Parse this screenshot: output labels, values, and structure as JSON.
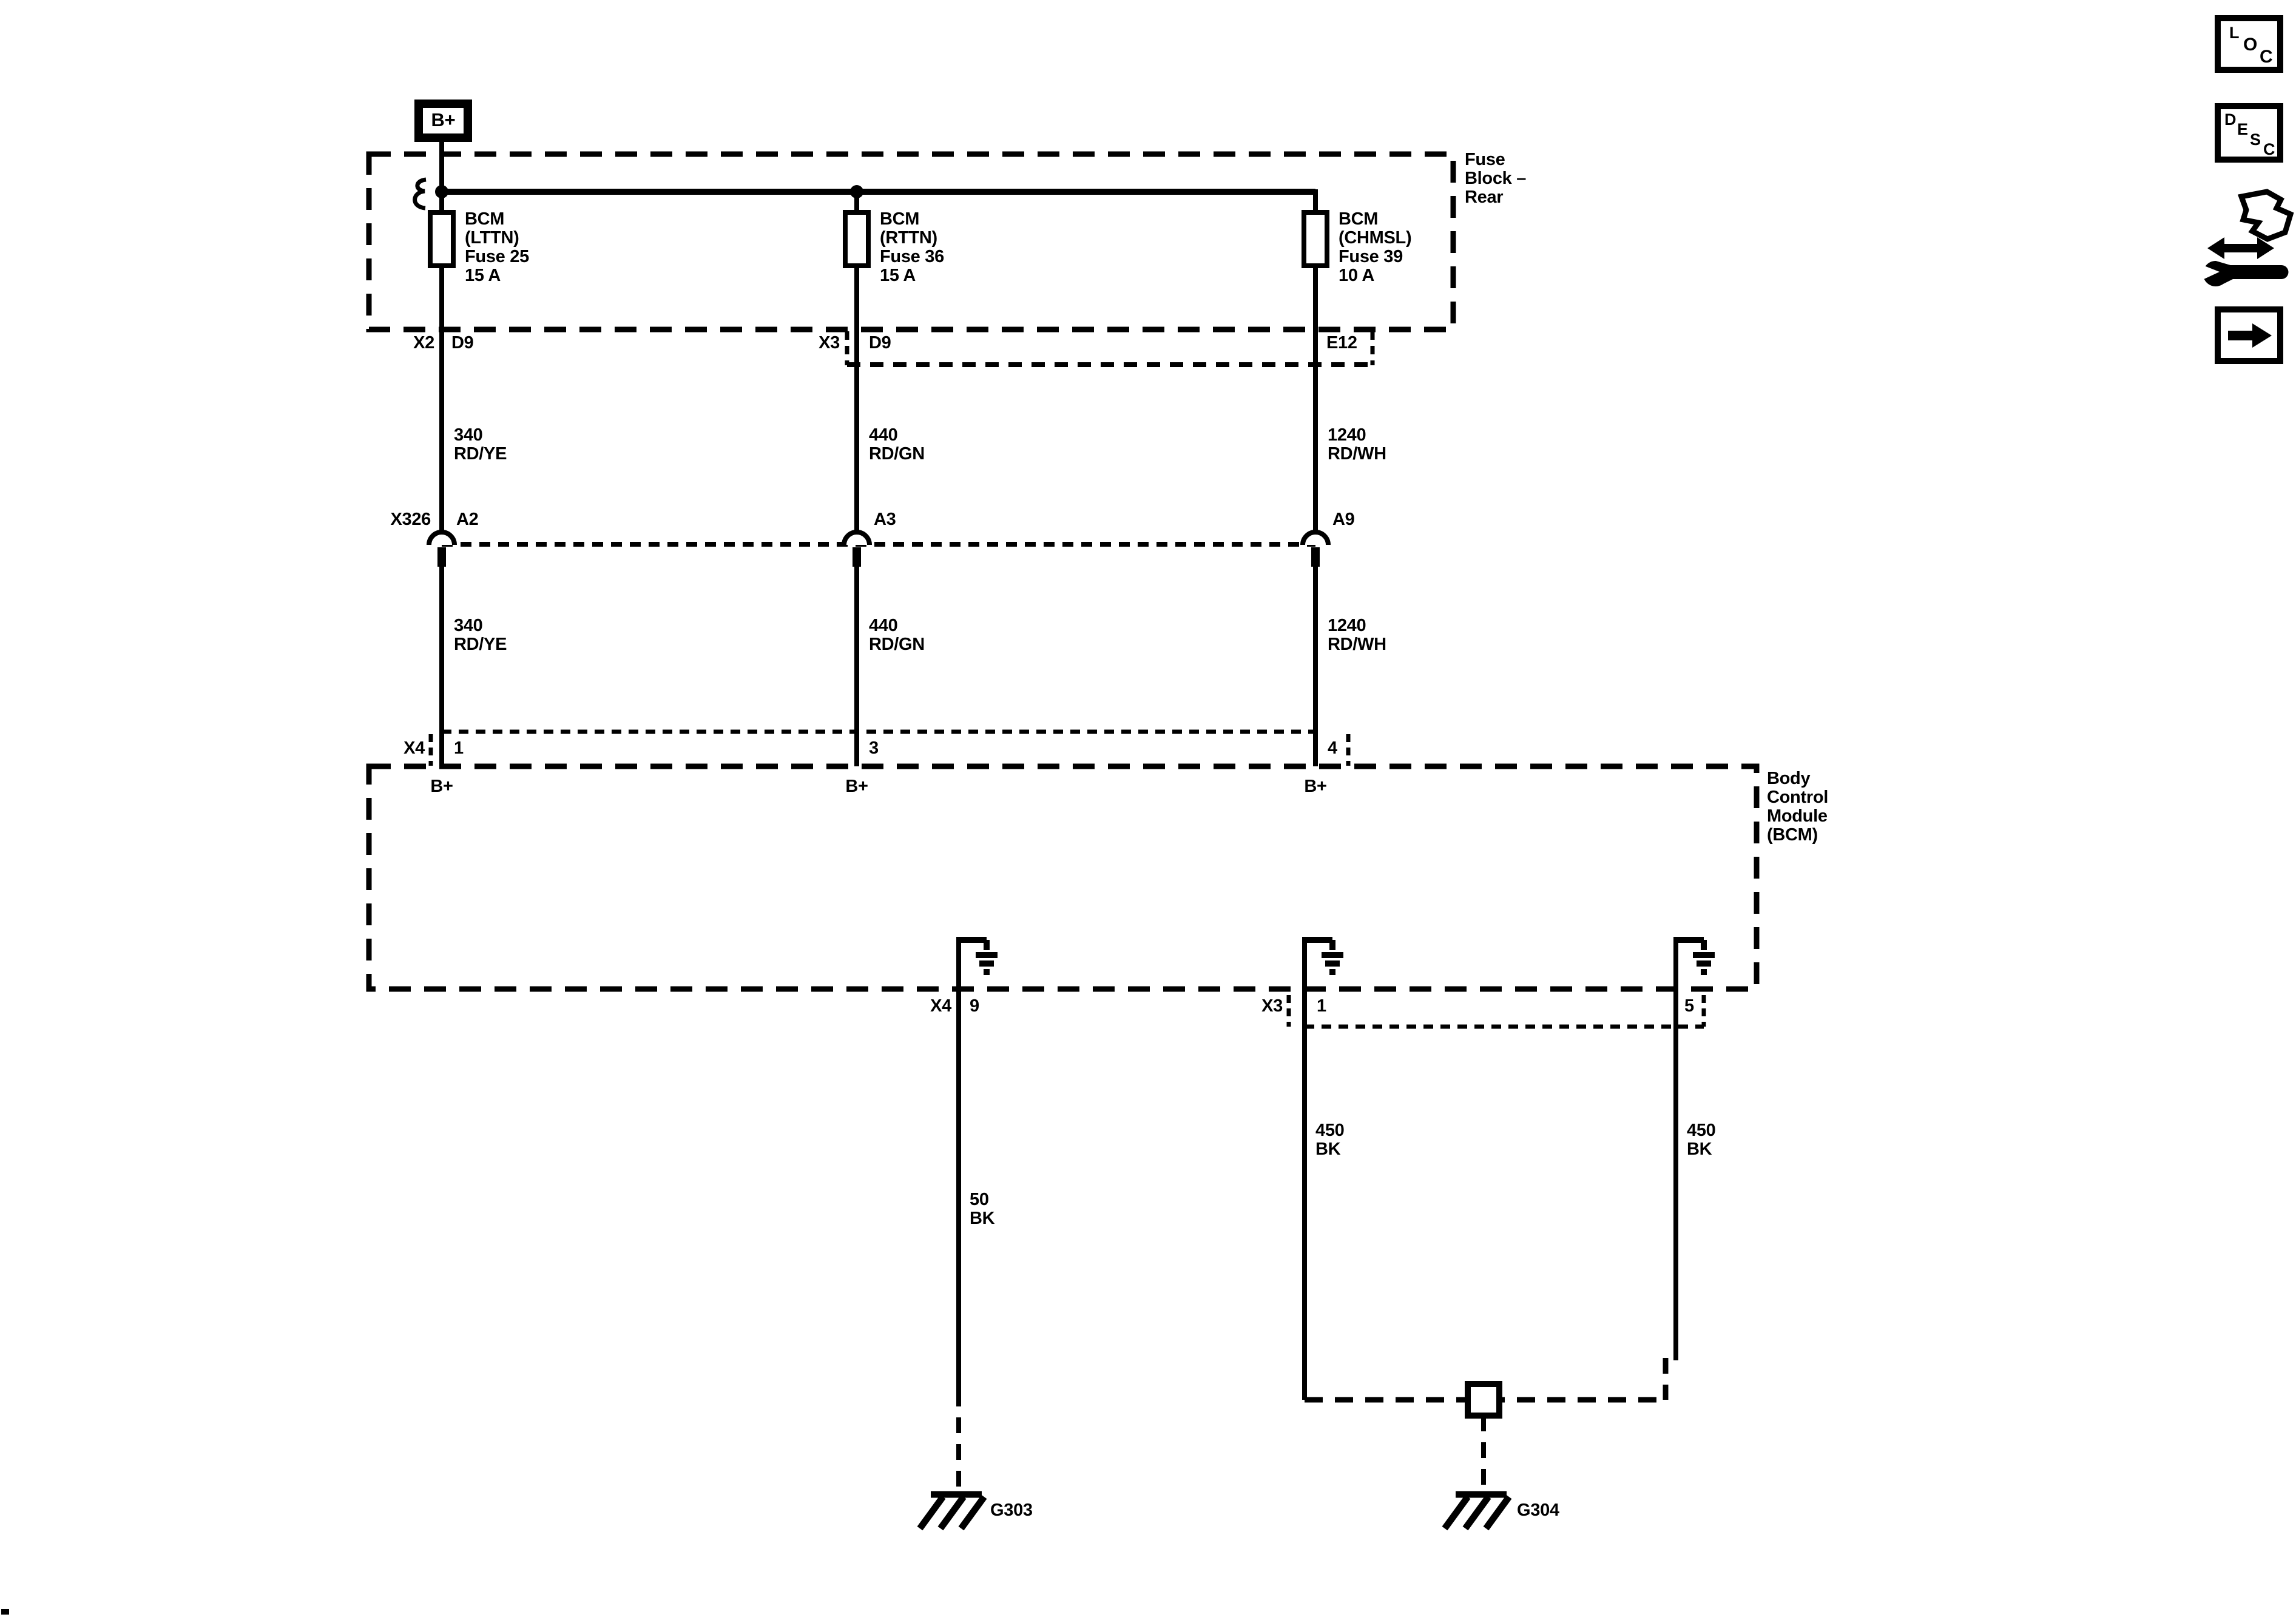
{
  "colors": {
    "line": "#000000",
    "background": "#ffffff"
  },
  "battery": {
    "label": "B+"
  },
  "fuse_block": {
    "title_lines": [
      "Fuse",
      "Block –",
      "Rear"
    ],
    "fuses": [
      {
        "name_lines": [
          "BCM",
          "(LTTN)",
          "Fuse 25",
          "15 A"
        ]
      },
      {
        "name_lines": [
          "BCM",
          "(RTTN)",
          "Fuse 36",
          "15 A"
        ]
      },
      {
        "name_lines": [
          "BCM",
          "(CHMSL)",
          "Fuse 39",
          "10 A"
        ]
      }
    ],
    "bottom_connectors": {
      "x2": "X2",
      "x2_pin": "D9",
      "x3": "X3",
      "x3_pin": "D9",
      "x3_pin2": "E12"
    }
  },
  "inline_connector": {
    "name": "X326",
    "pins": [
      "A2",
      "A3",
      "A9"
    ]
  },
  "wires_upper": [
    {
      "circuit": "340",
      "color": "RD/YE"
    },
    {
      "circuit": "440",
      "color": "RD/GN"
    },
    {
      "circuit": "1240",
      "color": "RD/WH"
    }
  ],
  "wires_lower": [
    {
      "circuit": "340",
      "color": "RD/YE"
    },
    {
      "circuit": "440",
      "color": "RD/GN"
    },
    {
      "circuit": "1240",
      "color": "RD/WH"
    }
  ],
  "bcm": {
    "title_lines": [
      "Body",
      "Control",
      "Module",
      "(BCM)"
    ],
    "top_connector": {
      "name": "X4",
      "pins": [
        "1",
        "3",
        "4"
      ],
      "b_plus_labels": [
        "B+",
        "B+",
        "B+"
      ]
    },
    "bottom_connectors": {
      "x4": "X4",
      "x4_pin": "9",
      "x3": "X3",
      "x3_pin1": "1",
      "x3_pin2": "5"
    }
  },
  "ground_wires": {
    "left": {
      "circuit": "50",
      "color": "BK"
    },
    "mid": {
      "circuit": "450",
      "color": "BK"
    },
    "right": {
      "circuit": "450",
      "color": "BK"
    }
  },
  "grounds": {
    "left": "G303",
    "right": "G304"
  },
  "sidebar": {
    "loc_letters": [
      "L",
      "O",
      "C"
    ],
    "desc_letters": [
      "D",
      "E",
      "S",
      "C"
    ]
  }
}
